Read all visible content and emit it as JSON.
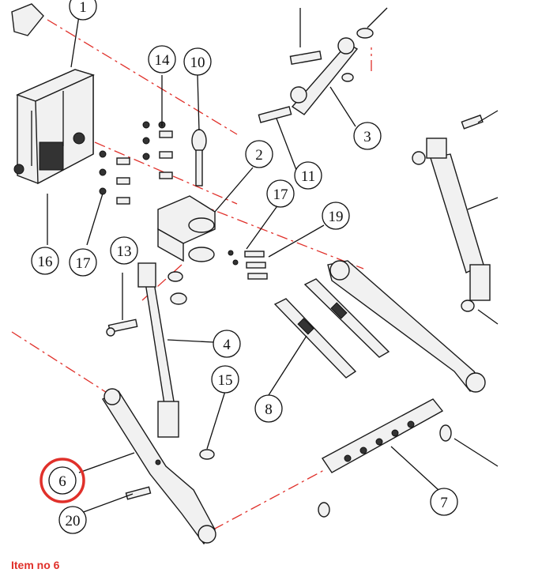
{
  "callouts": [
    {
      "id": "callout-1",
      "label": "1"
    },
    {
      "id": "callout-2",
      "label": "2"
    },
    {
      "id": "callout-3",
      "label": "3"
    },
    {
      "id": "callout-4",
      "label": "4"
    },
    {
      "id": "callout-6",
      "label": "6"
    },
    {
      "id": "callout-7",
      "label": "7"
    },
    {
      "id": "callout-8",
      "label": "8"
    },
    {
      "id": "callout-10",
      "label": "10"
    },
    {
      "id": "callout-11",
      "label": "11"
    },
    {
      "id": "callout-13",
      "label": "13"
    },
    {
      "id": "callout-14",
      "label": "14"
    },
    {
      "id": "callout-15",
      "label": "15"
    },
    {
      "id": "callout-16",
      "label": "16"
    },
    {
      "id": "callout-17a",
      "label": "17"
    },
    {
      "id": "callout-17b",
      "label": "17"
    },
    {
      "id": "callout-19",
      "label": "19"
    },
    {
      "id": "callout-20",
      "label": "20"
    }
  ],
  "highlight": {
    "label": "6",
    "color": "#e0302a"
  },
  "caption": "Item no 6",
  "colors": {
    "accent": "#e0302a",
    "line": "#1a1a1a"
  }
}
